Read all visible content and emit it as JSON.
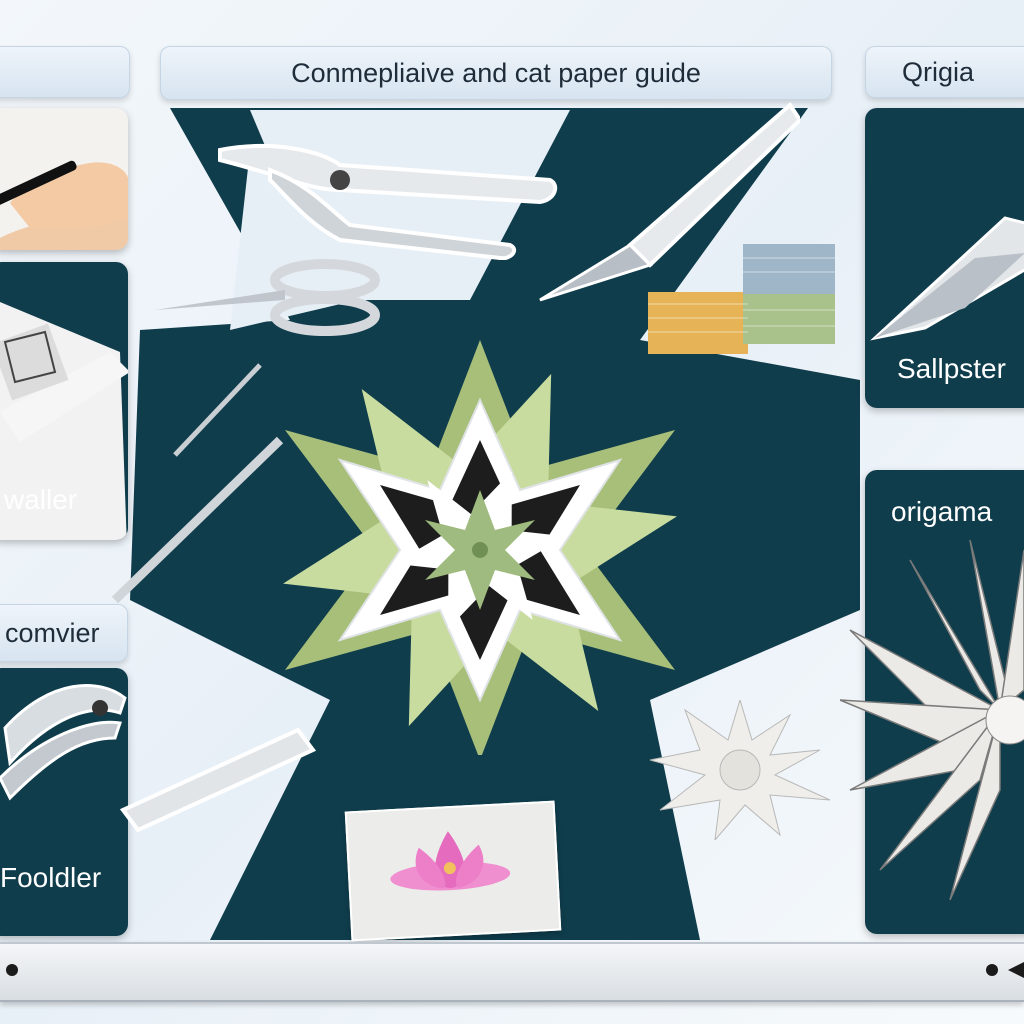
{
  "header": {
    "title": "Conmepliaive and cat paper guide",
    "left_tab": "",
    "right_tab": "Qrigia"
  },
  "panels": {
    "top_right_label": "Sallpster",
    "mid_right_label": "origama",
    "left_mid_label": "waller",
    "left_tab_label": "comvier",
    "bottom_left_label": "Fooldler"
  },
  "colors": {
    "panel": "#0f3d4c",
    "accent_green": "#b8d08f",
    "tab_blue": "#d7e4f0"
  },
  "icons": [
    "pliers-icon",
    "scalpel-icon",
    "scissors-icon",
    "paper-stack-icon",
    "needle-icon",
    "bone-folder-icon",
    "nippers-icon",
    "star-flower-icon",
    "lotus-icon",
    "origami-star-icon"
  ]
}
